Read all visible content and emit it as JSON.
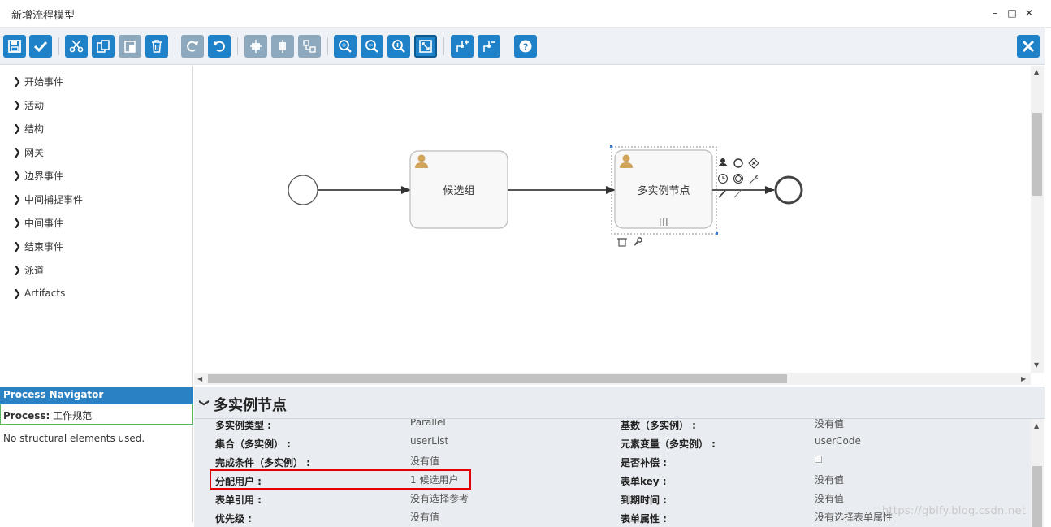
{
  "window": {
    "title": "新增流程模型",
    "minimize_glyph": "–",
    "maximize_glyph": "□",
    "close_glyph": "✕"
  },
  "toolbar": {
    "buttons": [
      {
        "name": "save-icon"
      },
      {
        "name": "validate-icon"
      },
      {
        "name": "cut-icon"
      },
      {
        "name": "copy-icon"
      },
      {
        "name": "paste-icon"
      },
      {
        "name": "delete-icon"
      },
      {
        "name": "redo-icon"
      },
      {
        "name": "undo-icon"
      },
      {
        "name": "align-vertical-icon"
      },
      {
        "name": "align-horizontal-icon"
      },
      {
        "name": "same-size-icon"
      },
      {
        "name": "zoom-in-icon"
      },
      {
        "name": "zoom-out-icon"
      },
      {
        "name": "zoom-actual-icon"
      },
      {
        "name": "zoom-fit-icon"
      },
      {
        "name": "add-bendpoint-icon"
      },
      {
        "name": "remove-bendpoint-icon"
      },
      {
        "name": "help-icon"
      },
      {
        "name": "close-editor-icon"
      }
    ],
    "accent": "#1f82c9"
  },
  "palette": {
    "items": [
      {
        "label": "开始事件"
      },
      {
        "label": "活动"
      },
      {
        "label": "结构"
      },
      {
        "label": "网关"
      },
      {
        "label": "边界事件"
      },
      {
        "label": "中间捕捉事件"
      },
      {
        "label": "中间事件"
      },
      {
        "label": "结束事件"
      },
      {
        "label": "泳道"
      },
      {
        "label": "Artifacts"
      }
    ]
  },
  "navigator": {
    "title": "Process Navigator",
    "process_label": "Process:",
    "process_name": "工作规范",
    "empty_text": "No structural elements used."
  },
  "diagram": {
    "task1_label": "候选组",
    "task2_label": "多实例节点"
  },
  "properties": {
    "title": "多实例节点",
    "rows": [
      {
        "left_label": "多实例类型 :",
        "left_value": "Parallel",
        "right_label": "基数（多实例） :",
        "right_value": "没有值"
      },
      {
        "left_label": "集合（多实例） :",
        "left_value": "userList",
        "right_label": "元素变量（多实例） :",
        "right_value": "userCode"
      },
      {
        "left_label": "完成条件（多实例） :",
        "left_value": "没有值",
        "right_label": "是否补偿 :",
        "right_value": ""
      },
      {
        "left_label": "分配用户 :",
        "left_value": "1 候选用户",
        "right_label": "表单key :",
        "right_value": "没有值"
      },
      {
        "left_label": "表单引用 :",
        "left_value": "没有选择参考",
        "right_label": "到期时间 :",
        "right_value": "没有值"
      },
      {
        "left_label": "优先级 :",
        "left_value": "没有值",
        "right_label": "表单属性 :",
        "right_value": "没有选择表单属性"
      }
    ]
  },
  "watermark": "https://gblfy.blog.csdn.net"
}
